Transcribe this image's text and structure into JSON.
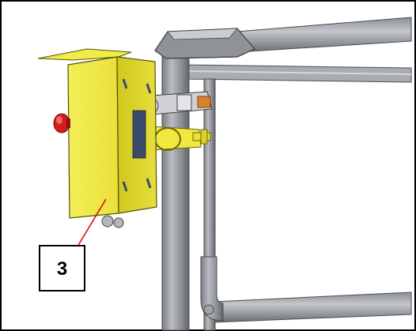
{
  "callout": {
    "label": "3",
    "line_color": "#e00000",
    "box_border_color": "#000000"
  },
  "colors": {
    "frame": "#000000",
    "tube_light": "#a8abb0",
    "tube_dark": "#6f7378",
    "enclosure": "#f2ec4a",
    "enclosure_shadow": "#cfc81e",
    "estop": "#d41c1c",
    "clamp_yellow": "#f0e83c",
    "clamp_gray": "#c6c8cb",
    "accent_orange": "#d9822b",
    "accent_green": "#3aa24a"
  },
  "parts": {
    "enclosure": "electrical-enclosure",
    "estop": "emergency-stop-button",
    "gate": "gate-frame-tubes",
    "clamp": "mounting-clamp-assembly"
  }
}
